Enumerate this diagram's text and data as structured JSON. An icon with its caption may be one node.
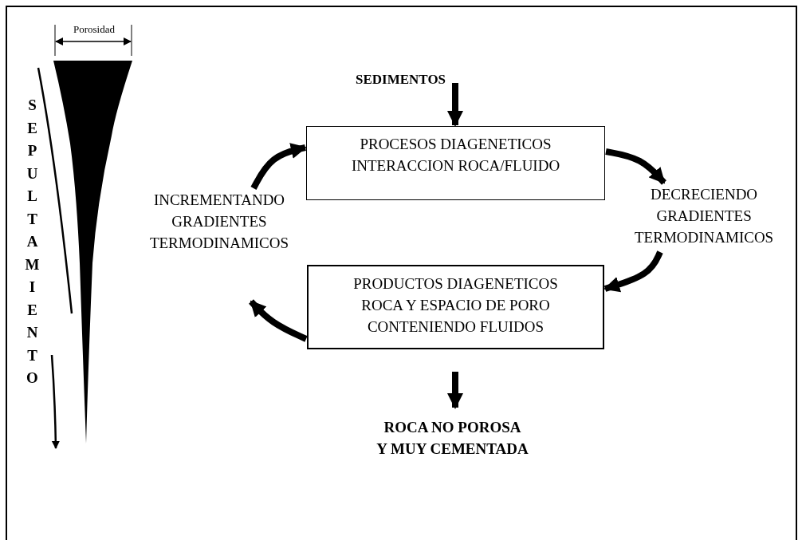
{
  "diagram": {
    "nodes": [
      {
        "text": [
          "SEDIMENTOS"
        ]
      },
      {
        "text": [
          "PROCESOS DIAGENETICOS INTERACCION ROCA/FLUIDO"
        ]
      },
      {
        "text": [
          "DECRECIENDO GRADIENTES TERMODINAMICOS"
        ]
      },
      {
        "text": [
          "PRODUCTOS DIAGENETICOS ROCA Y ESPACIO DE PORO CONTENIENDO FLUIDOS"
        ]
      },
      {
        "text": [
          "INCREMENTANDO GRADIENTES TERMODINAMICOS"
        ]
      },
      {
        "text": [
          "ROCA NO POROSA Y MUY CEMENTADA"
        ]
      }
    ],
    "edges": [
      {
        "from": 0,
        "to": 1,
        "arrow": "to"
      },
      {
        "from": 1,
        "to": 2,
        "arrow": "to"
      },
      {
        "from": 2,
        "to": 3,
        "arrow": "to"
      },
      {
        "from": 3,
        "to": 4,
        "arrow": "to"
      },
      {
        "from": 4,
        "to": 1,
        "arrow": "to"
      },
      {
        "from": 3,
        "to": 5,
        "arrow": "to"
      }
    ],
    "labels": [
      "Porosidad",
      "SEPULTAMIENTO"
    ]
  }
}
